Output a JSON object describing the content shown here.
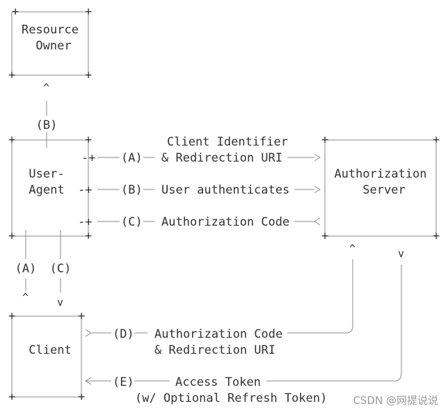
{
  "nodes": {
    "resource_owner": {
      "line1": "Resource",
      "line2": "Owner"
    },
    "user_agent": {
      "line1": "User-",
      "line2": "Agent"
    },
    "authorization_server": {
      "line1": "Authorization",
      "line2": "Server"
    },
    "client": {
      "line1": "Client"
    }
  },
  "steps": {
    "A": {
      "marker": "(A)",
      "label1": "Client Identifier",
      "label2": "& Redirection URI"
    },
    "B": {
      "marker": "(B)",
      "label": "User authenticates"
    },
    "C": {
      "marker": "(C)",
      "label": "Authorization Code"
    },
    "D": {
      "marker": "(D)",
      "label1": "Authorization Code",
      "label2": "& Redirection URI"
    },
    "E": {
      "marker": "(E)",
      "label1": "Access Token",
      "label2": "(w/ Optional Refresh Token)"
    }
  },
  "watermark": "CSDN @网提说说"
}
